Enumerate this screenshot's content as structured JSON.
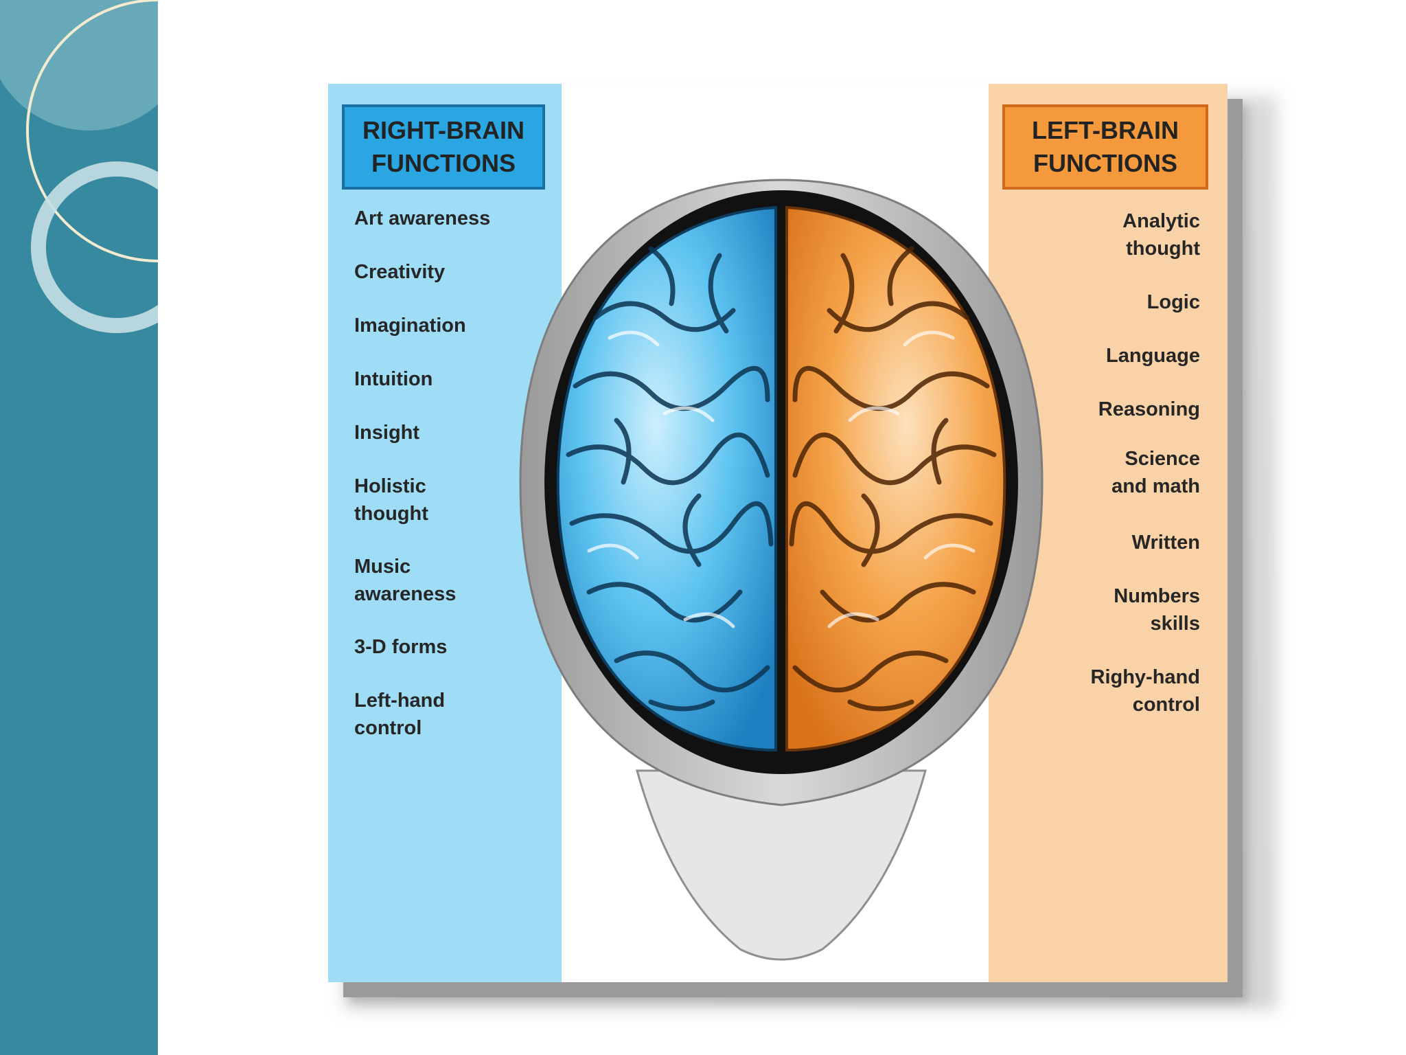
{
  "diagram": {
    "right_brain": {
      "title_line1": "RIGHT-BRAIN",
      "title_line2": "FUNCTIONS",
      "color": "#2aa6e3",
      "items": [
        {
          "l1": "Art awareness",
          "l2": ""
        },
        {
          "l1": "Creativity",
          "l2": ""
        },
        {
          "l1": "Imagination",
          "l2": ""
        },
        {
          "l1": "Intuition",
          "l2": ""
        },
        {
          "l1": "Insight",
          "l2": ""
        },
        {
          "l1": "Holistic",
          "l2": "thought"
        },
        {
          "l1": "Music",
          "l2": "awareness"
        },
        {
          "l1": "3-D forms",
          "l2": ""
        },
        {
          "l1": "Left-hand",
          "l2": "control"
        }
      ]
    },
    "left_brain": {
      "title_line1": "LEFT-BRAIN",
      "title_line2": "FUNCTIONS",
      "color": "#f59a3c",
      "items": [
        {
          "l1": "Analytic",
          "l2": "thought"
        },
        {
          "l1": "Logic",
          "l2": ""
        },
        {
          "l1": "Language",
          "l2": ""
        },
        {
          "l1": "Reasoning",
          "l2": ""
        },
        {
          "l1": "Science",
          "l2": "and math"
        },
        {
          "l1": "Written",
          "l2": ""
        },
        {
          "l1": "Numbers",
          "l2": "skills"
        },
        {
          "l1": "Righy-hand",
          "l2": "control"
        }
      ]
    }
  },
  "colors": {
    "slide_band": "#36899f",
    "right_column_bg": "#9fdcf5",
    "left_column_bg": "#f9d2a7"
  }
}
